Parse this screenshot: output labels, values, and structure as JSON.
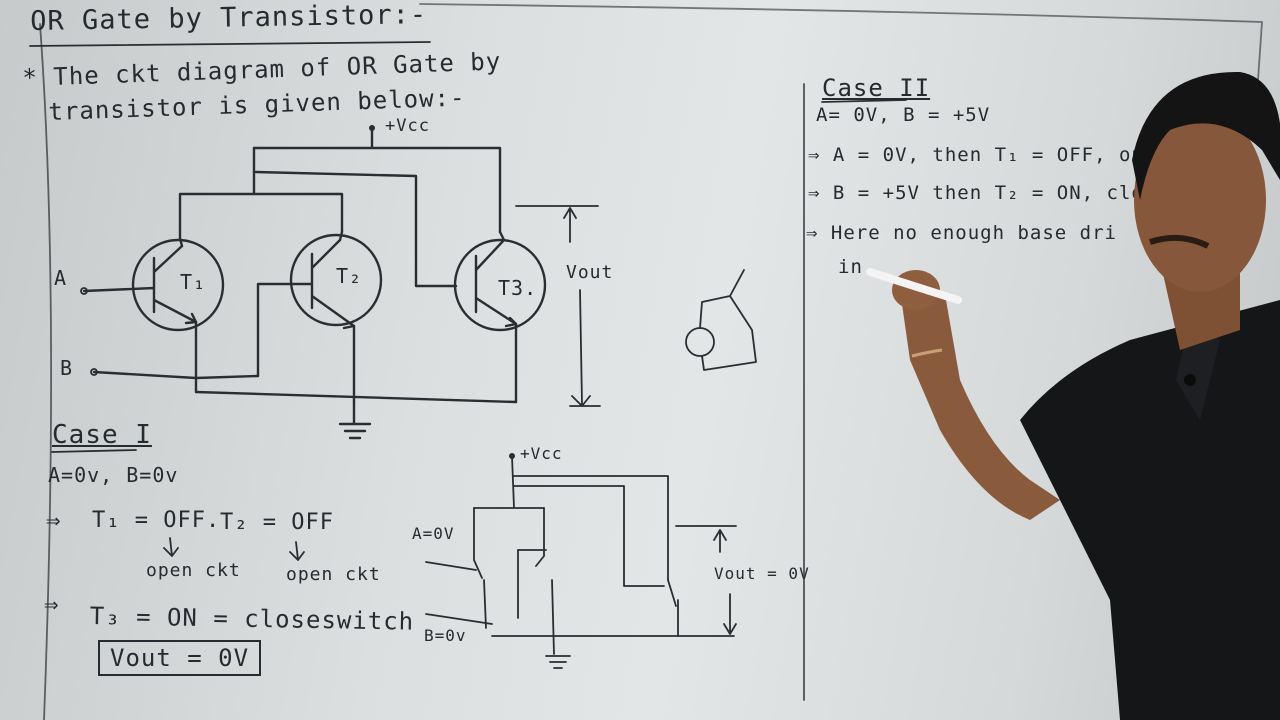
{
  "board": {
    "title": "OR Gate by Transistor:-",
    "line1": "* The ckt diagram of OR Gate by",
    "line2": "transistor is given below:-",
    "vcc": "+Vcc",
    "label_a": "A",
    "label_b": "B",
    "t1": "T₁",
    "t2": "T₂",
    "t3": "T3.",
    "vout": "Vout",
    "case1": {
      "heading": "Case I",
      "values": "A=0v,  B=0v",
      "implies1": "⇒",
      "t1_state": "T₁ = OFF.",
      "t2_state": "T₂ = OFF",
      "open1": "open ckt",
      "open2": "open ckt",
      "implies2": "⇒",
      "t3_state": "T₃ = ON = closeswitch",
      "vout_box": "Vout = 0V"
    },
    "sketch": {
      "vcc": "+Vcc",
      "a": "A=0V",
      "b": "B=0v",
      "vout": "Vout = 0V"
    },
    "case2": {
      "heading": "Case II",
      "values": "A= 0V,  B = +5V",
      "line1": "⇒ A = 0V, then T₁ = OFF, op",
      "line2": "⇒ B = +5V then T₂ = ON, clo",
      "line3": "⇒ Here no enough base dri",
      "line4": "in"
    }
  },
  "colors": {
    "ink": "#2a2d33",
    "board": "#dcdfe0",
    "shirt": "#151618",
    "skin": "#8a5a3c"
  }
}
